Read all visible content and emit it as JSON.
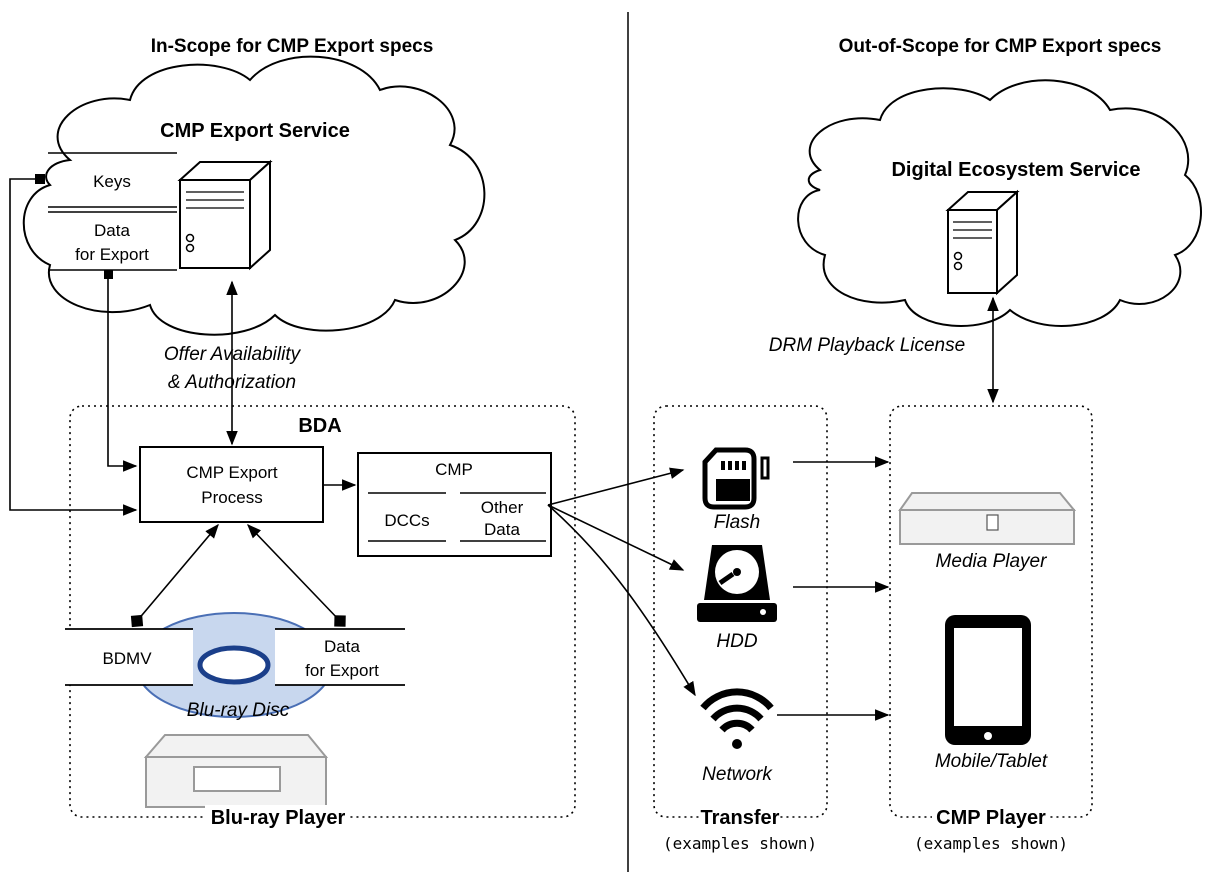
{
  "headers": {
    "in_scope": "In-Scope for CMP Export specs",
    "out_scope": "Out-of-Scope for CMP Export specs"
  },
  "export_service": {
    "title": "CMP Export Service",
    "keys": "Keys",
    "data_line1": "Data",
    "data_line2": "for Export"
  },
  "ecosystem_service": {
    "title": "Digital Ecosystem Service"
  },
  "labels": {
    "offer_line1": "Offer Availability",
    "offer_line2": "& Authorization",
    "drm": "DRM Playback License"
  },
  "bda": {
    "title": "BDA",
    "process_line1": "CMP Export",
    "process_line2": "Process",
    "cmp": "CMP",
    "dccs": "DCCs",
    "other_line1": "Other",
    "other_line2": "Data",
    "bdmv": "BDMV",
    "disc_data_line1": "Data",
    "disc_data_line2": "for Export",
    "disc_label": "Blu-ray Disc",
    "player_label": "Blu-ray Player"
  },
  "transfer": {
    "title": "Transfer",
    "note": "(examples shown)",
    "flash": "Flash",
    "hdd": "HDD",
    "network": "Network"
  },
  "cmp_player": {
    "title": "CMP Player",
    "note": "(examples shown)",
    "media_player": "Media Player",
    "mobile": "Mobile/Tablet"
  },
  "colors": {
    "disc_fill": "#c8d7ee",
    "disc_stroke": "#4a6fb5",
    "device_fill": "#f2f2f2",
    "device_stroke": "#9a9a9a"
  }
}
